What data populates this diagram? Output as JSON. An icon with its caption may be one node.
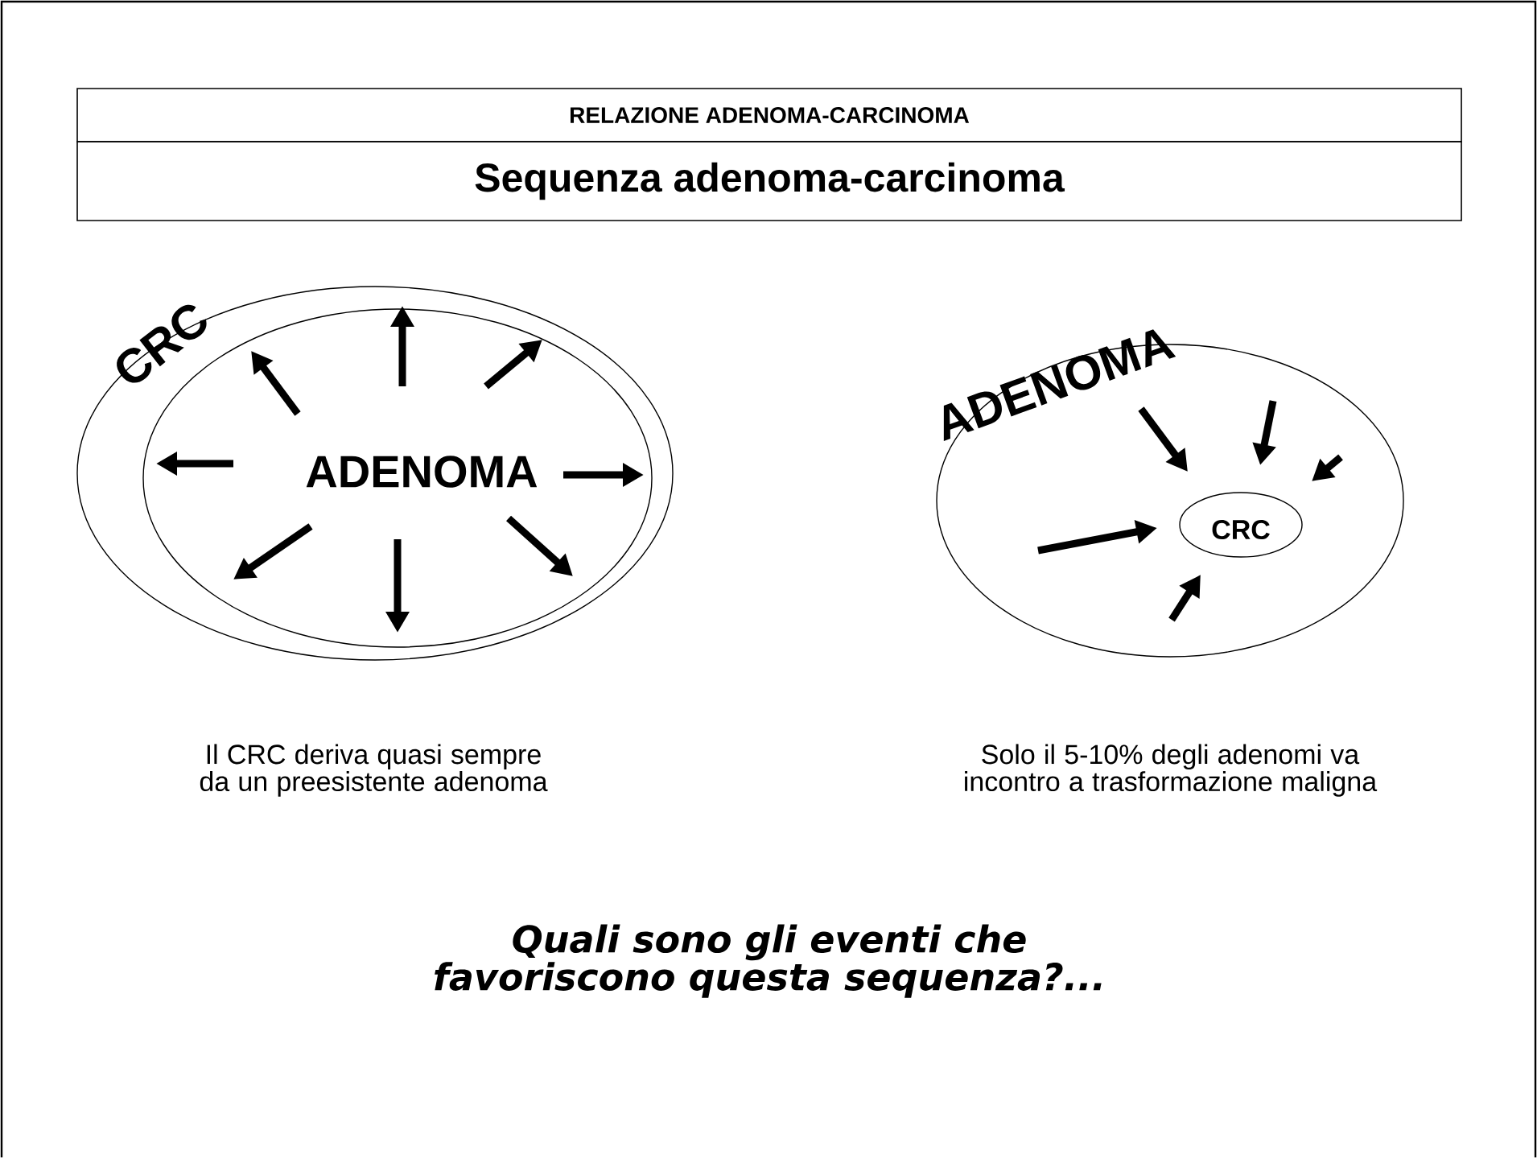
{
  "diagram": {
    "nodes": [
      {
        "text": [
          "RELAZIONE ADENOMA-CARCINOMA"
        ]
      },
      {
        "text": [
          "Sequenza adenoma-carcinoma"
        ]
      },
      {
        "text": [
          "CRC"
        ],
        "beside": [
          "Il CRC deriva quasi sempre da un preesistente adenoma"
        ]
      },
      {
        "text": [
          "ADENOMA"
        ],
        "in": 2
      },
      {
        "text": [
          "ADENOMA"
        ],
        "beside": [
          "Solo il 5-10% degli adenomi va incontro a trasformazione maligna"
        ]
      },
      {
        "text": [
          "CRC"
        ],
        "in": 4
      }
    ],
    "labels": [
      "Quali sono gli eventi che favoriscono questa sequenza?..."
    ]
  }
}
